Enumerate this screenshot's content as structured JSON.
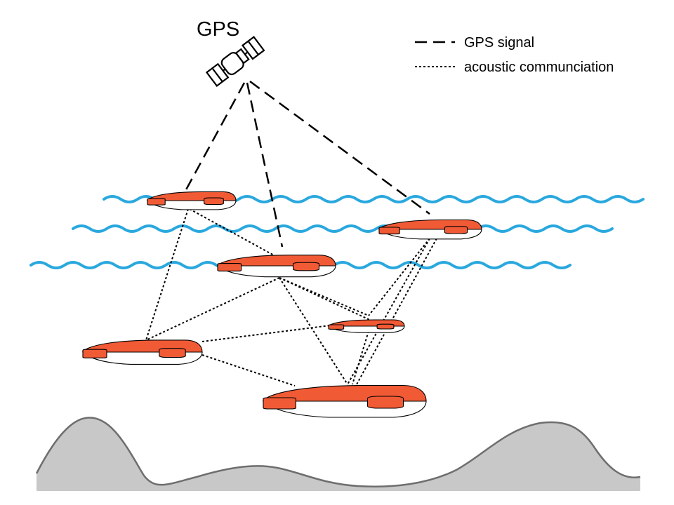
{
  "satellite_label": "GPS",
  "legend": {
    "gps_signal": "GPS signal",
    "acoustic": "acoustic communciation"
  },
  "colors": {
    "water": "#2aa8de",
    "vehicle_top": "#f05a35",
    "vehicle_bottom": "#ffffff",
    "seabed_fill": "#c8c8c8",
    "seabed_line": "#6e6e6e",
    "line": "#000000"
  },
  "icons": {
    "satellite": "satellite-icon",
    "vehicle": "auv-vehicle-icon"
  }
}
